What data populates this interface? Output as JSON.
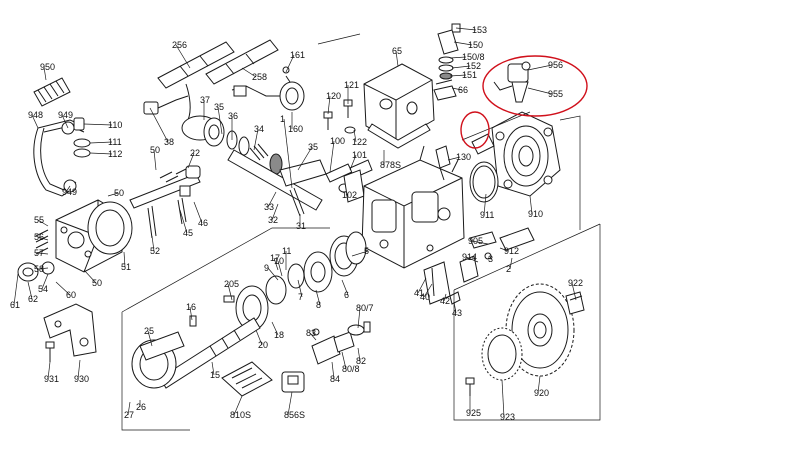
{
  "diagram": {
    "labels": [
      "950",
      "948",
      "949",
      "110",
      "111",
      "112",
      "949",
      "50",
      "22",
      "51",
      "55",
      "56",
      "57",
      "58",
      "61",
      "62",
      "54",
      "60",
      "50",
      "52",
      "50",
      "45",
      "46",
      "256",
      "258",
      "38",
      "37",
      "35",
      "36",
      "34",
      "33",
      "32",
      "31",
      "35",
      "1",
      "161",
      "160",
      "65",
      "120",
      "121",
      "122",
      "100",
      "101",
      "102",
      "878S",
      "153",
      "150",
      "150/8",
      "152",
      "151",
      "66",
      "130",
      "956",
      "955",
      "911",
      "910",
      "905",
      "912",
      "914",
      "3",
      "2",
      "41",
      "40",
      "42",
      "43",
      "11",
      "10",
      "9",
      "17",
      "18",
      "20",
      "7",
      "6",
      "8",
      "5",
      "80/7",
      "82",
      "83",
      "80/8",
      "84",
      "205",
      "16",
      "25",
      "15",
      "27",
      "26",
      "810S",
      "856S",
      "925",
      "923",
      "920",
      "922",
      "931",
      "930"
    ],
    "highlight_color": "#d0101b",
    "line_color": "#1a1a1a"
  }
}
